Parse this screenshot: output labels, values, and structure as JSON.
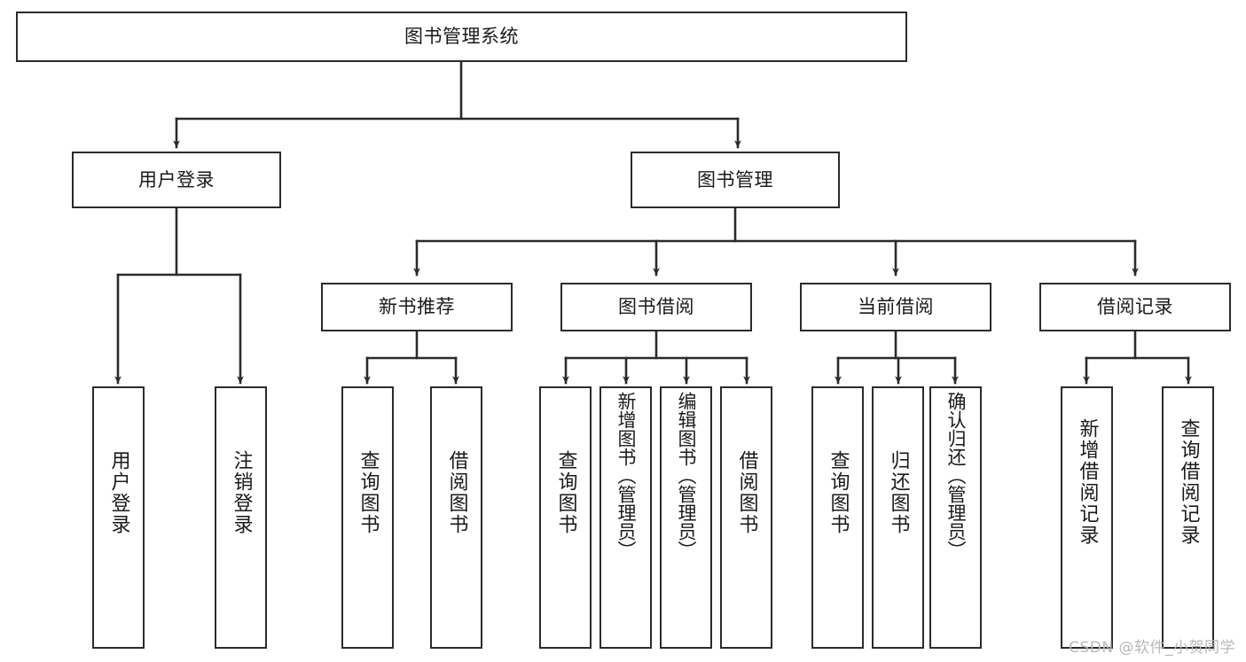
{
  "diagram": {
    "title": "图书管理系统",
    "type": "tree",
    "watermark": "CSDN @软件_小贺同学",
    "stroke_color": "#2b2b2b",
    "fill_color": "#ffffff",
    "text_color": "#1a1a1a",
    "watermark_color": "#b9b9b9",
    "nodes": {
      "root": {
        "label": "图书管理系统",
        "level": 0
      },
      "l1": [
        {
          "id": "user_login",
          "label": "用户登录",
          "level": 1
        },
        {
          "id": "book_mgmt",
          "label": "图书管理",
          "level": 1
        }
      ],
      "l2": [
        {
          "id": "new_book_rec",
          "label": "新书推荐",
          "level": 2,
          "parent": "book_mgmt"
        },
        {
          "id": "book_borrow",
          "label": "图书借阅",
          "level": 2,
          "parent": "book_mgmt"
        },
        {
          "id": "current_borrow",
          "label": "当前借阅",
          "level": 2,
          "parent": "book_mgmt"
        },
        {
          "id": "borrow_record",
          "label": "借阅记录",
          "level": 2,
          "parent": "book_mgmt"
        }
      ],
      "leaves": [
        {
          "id": "leaf_user_login",
          "label": "用户登录",
          "parent": "user_login"
        },
        {
          "id": "leaf_user_logout",
          "label": "注销登录",
          "parent": "user_login"
        },
        {
          "id": "leaf_query_book_1",
          "label": "查询图书",
          "parent": "new_book_rec"
        },
        {
          "id": "leaf_borrow_book_1",
          "label": "借阅图书",
          "parent": "new_book_rec"
        },
        {
          "id": "leaf_query_book_2",
          "label": "查询图书",
          "parent": "book_borrow"
        },
        {
          "id": "leaf_add_book",
          "label": "新增图书（管理员）",
          "parent": "book_borrow"
        },
        {
          "id": "leaf_edit_book",
          "label": "编辑图书（管理员）",
          "parent": "book_borrow"
        },
        {
          "id": "leaf_borrow_book_2",
          "label": "借阅图书",
          "parent": "book_borrow"
        },
        {
          "id": "leaf_query_book_3",
          "label": "查询图书",
          "parent": "current_borrow"
        },
        {
          "id": "leaf_return_book",
          "label": "归还图书",
          "parent": "current_borrow"
        },
        {
          "id": "leaf_confirm_return",
          "label": "确认归还（管理员）",
          "parent": "current_borrow"
        },
        {
          "id": "leaf_add_record",
          "label": "新增借阅记录",
          "parent": "borrow_record"
        },
        {
          "id": "leaf_query_record",
          "label": "查询借阅记录",
          "parent": "borrow_record"
        }
      ]
    }
  }
}
